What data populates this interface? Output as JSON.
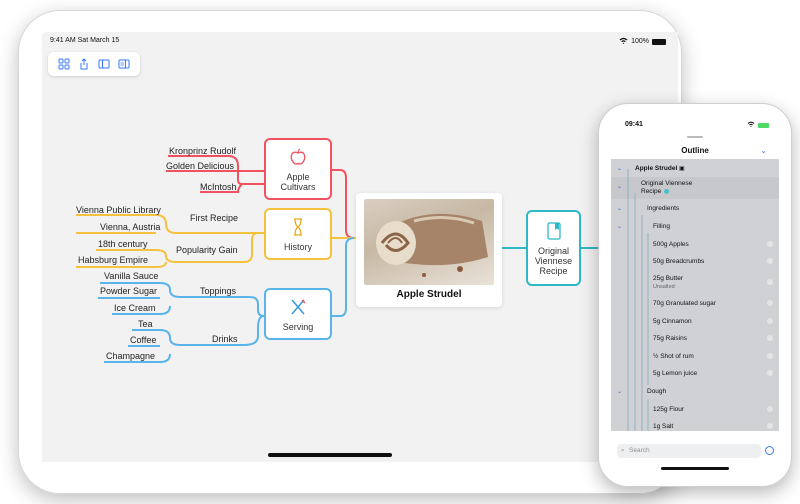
{
  "ipad": {
    "status": {
      "time": "9:41 AM  Sat March 15",
      "battery": "100%"
    },
    "toolbar": {
      "icons": [
        "grid-icon",
        "share-icon",
        "sidebar-icon",
        "outline-panel-icon"
      ]
    }
  },
  "mindmap": {
    "center": {
      "title": "Apple Strudel"
    },
    "branches": {
      "apple_cultivars": {
        "label_line1": "Apple",
        "label_line2": "Cultivars",
        "color": "#f0535f",
        "leaves": [
          "Kronprinz Rudolf",
          "Golden Delicious",
          "McIntosh"
        ]
      },
      "history": {
        "label": "History",
        "color": "#f5c23e",
        "subtopics": [
          {
            "label": "First Recipe",
            "leaves": [
              "Vienna Public Library",
              "Vienna, Austria"
            ]
          },
          {
            "label": "Popularity Gain",
            "leaves": [
              "18th century",
              "Habsburg Empire"
            ]
          }
        ]
      },
      "serving": {
        "label": "Serving",
        "color": "#5ab4ea",
        "subtopics": [
          {
            "label": "Toppings",
            "leaves": [
              "Vanilla Sauce",
              "Powder Sugar",
              "Ice Cream"
            ]
          },
          {
            "label": "Drinks",
            "leaves": [
              "Tea",
              "Coffee",
              "Champagne"
            ]
          }
        ]
      },
      "original": {
        "label_line1": "Original",
        "label_line2": "Viennese",
        "label_line3": "Recipe",
        "color": "#2fb8c8"
      }
    }
  },
  "iphone": {
    "status": {
      "time": "09:41"
    },
    "outline": {
      "title": "Outline",
      "rows": [
        {
          "text": "Apple Strudel",
          "extra": "▣"
        },
        {
          "text_line1": "Original Viennese",
          "text_line2": "Recipe"
        },
        {
          "text": "Ingredients"
        },
        {
          "text": "Filling"
        },
        {
          "text": "500g Apples"
        },
        {
          "text": "50g Breadcrumbs"
        },
        {
          "text": "25g Butter",
          "sub": "Unsalted"
        },
        {
          "text": "70g Granulated sugar"
        },
        {
          "text": "5g Cinnamon"
        },
        {
          "text": "75g Raisins"
        },
        {
          "text": "½ Shot of rum"
        },
        {
          "text": "5g Lemon juice"
        },
        {
          "text": "Dough"
        },
        {
          "text": "125g Flour"
        },
        {
          "text": "1g Salt"
        }
      ]
    },
    "search": {
      "placeholder": "Search"
    }
  }
}
